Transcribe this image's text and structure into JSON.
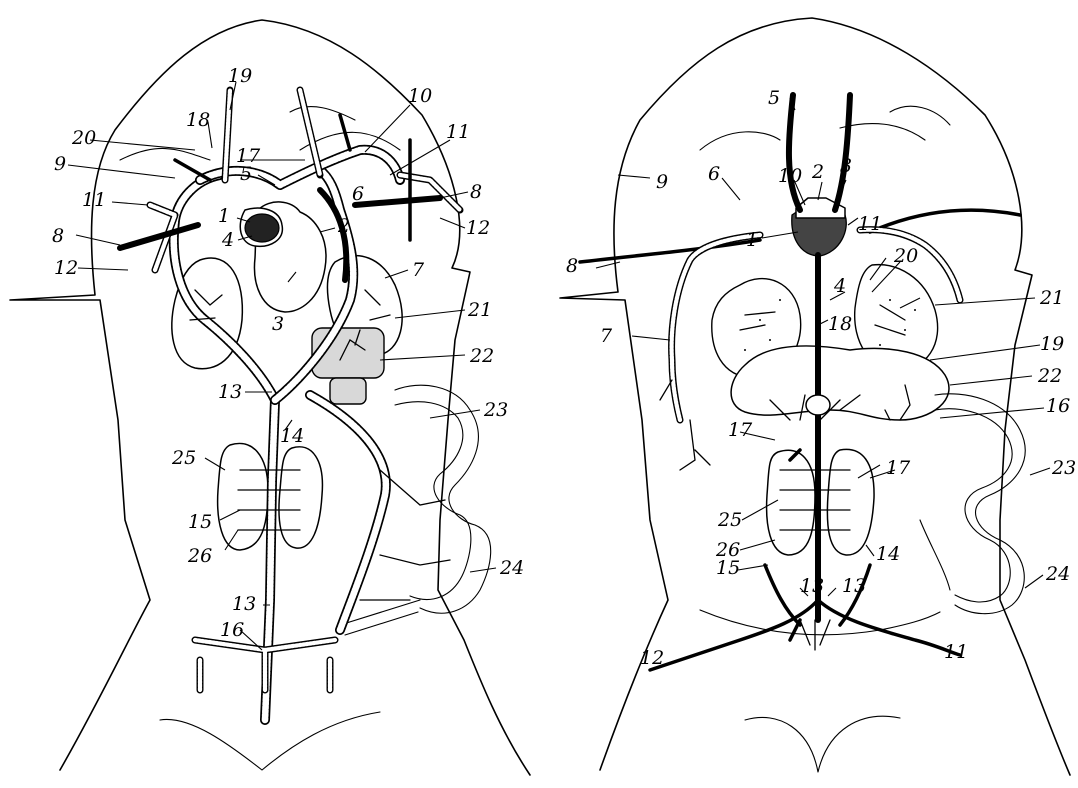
{
  "left_diagram": {
    "labels": [
      "1",
      "2",
      "3",
      "4",
      "5",
      "6",
      "7",
      "8",
      "8",
      "9",
      "10",
      "11",
      "11",
      "12",
      "12",
      "13",
      "13",
      "14",
      "15",
      "16",
      "17",
      "18",
      "19",
      "20",
      "21",
      "22",
      "23",
      "24",
      "25",
      "26"
    ]
  },
  "right_diagram": {
    "labels": [
      "1",
      "2",
      "3",
      "4",
      "5",
      "6",
      "7",
      "8",
      "9",
      "10",
      "11",
      "11",
      "12",
      "13",
      "13",
      "14",
      "15",
      "16",
      "17",
      "17",
      "18",
      "19",
      "20",
      "21",
      "22",
      "23",
      "24",
      "25",
      "26"
    ]
  }
}
